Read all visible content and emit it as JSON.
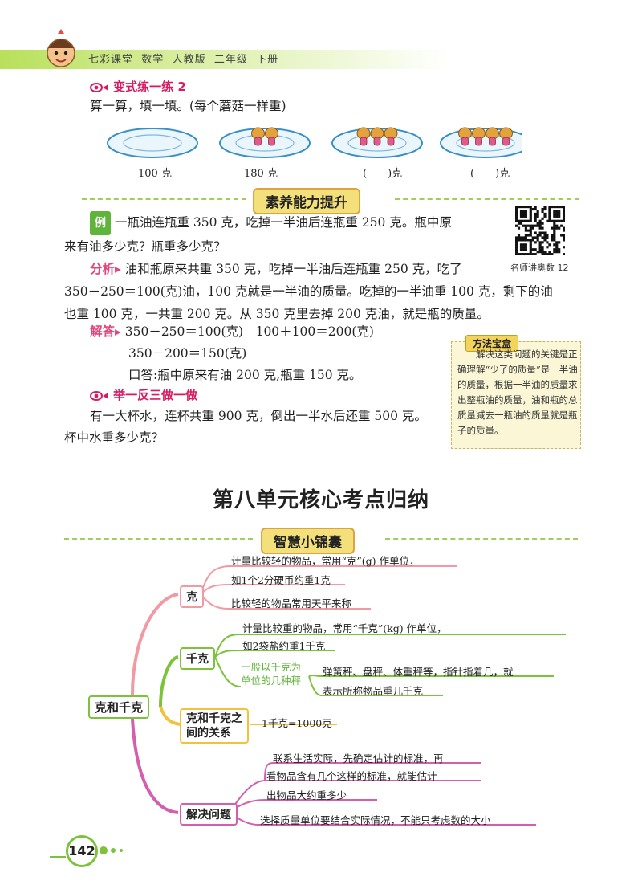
{
  "header": {
    "series": "七彩课堂",
    "subject": "数学",
    "edition": "人教版",
    "grade": "二年级",
    "volume": "下册"
  },
  "practice": {
    "title": "变式练一练 2",
    "instruction": "算一算，填一填。(每个蘑菇一样重)",
    "plates": [
      {
        "label": "100 克",
        "mushrooms": 0
      },
      {
        "label": "180 克",
        "mushrooms": 2
      },
      {
        "label": "(　　)克",
        "mushrooms": 3
      },
      {
        "label": "(　　)克",
        "mushrooms": 4
      }
    ]
  },
  "ability_banner": "素养能力提升",
  "example": {
    "tag": "例",
    "line1": "一瓶油连瓶重 350 克，吃掉一半油后连瓶重 250 克。瓶中原",
    "line2": "来有油多少克？瓶重多少克？",
    "qr_caption": "名师讲奥数 12",
    "analysis_label": "分析",
    "analysis_l1": "油和瓶原来共重 350 克，吃掉一半油后连瓶重 250 克，吃了",
    "analysis_l2": "350－250＝100(克)油，100 克就是一半油的质量。吃掉的一半油重 100 克，剩下的油",
    "analysis_l3": "也重 100 克，一共重 200 克。从 350 克里去掉 200 克油，就是瓶的质量。",
    "solution_label": "解答",
    "sol_l1": "350－250＝100(克)　100＋100＝200(克)",
    "sol_l2": "350－200＝150(克)",
    "sol_l3": "口答:瓶中原来有油 200 克,瓶重 150 克。"
  },
  "tip": {
    "title": "方法宝盒",
    "text": "　　解决这类问题的关键是正确理解“少了的质量”是一半油的质量，根据一半油的质量求出整瓶油的质量，油和瓶的总质量减去一瓶油的质量就是瓶子的质量。"
  },
  "extension": {
    "title": "举一反三做一做",
    "line1": "有一大杯水，连杯共重 900 克，倒出一半水后还重 500 克。",
    "line2": "杯中水重多少克？"
  },
  "unit_title": "第八单元核心考点归纳",
  "wisdom_banner": "智慧小锦囊",
  "mindmap": {
    "root": "克和千克",
    "gram": {
      "label": "克",
      "items": [
        "计量比较轻的物品，常用“克”(g) 作单位，",
        "如1个2分硬币约重1克",
        "比较轻的物品常用天平来称"
      ]
    },
    "kilogram": {
      "label": "千克",
      "items": [
        "计量比较重的物品，常用“千克”(kg) 作单位，",
        "如2袋盐约重1千克"
      ],
      "sub_label_1": "一般以千克为",
      "sub_label_2": "单位的几种秤",
      "sub_items": [
        "弹簧秤、盘秤、体重秤等，指针指着几，就",
        "表示所称物品重几千克"
      ]
    },
    "relation": {
      "label_1": "克和千克之",
      "label_2": "间的关系",
      "item": "1千克=1000克"
    },
    "solve": {
      "label": "解决问题",
      "items": [
        "联系生活实际，先确定估计的标准，再",
        "看物品含有几个这样的标准，就能估计",
        "出物品大约重多少",
        "选择质量单位要结合实际情况，不能只考虑数的大小"
      ]
    }
  },
  "page_number": "142",
  "colors": {
    "accent_green": "#7cc23a",
    "title_pink": "#d81b60",
    "banner_yellow": "#f4e07a"
  }
}
